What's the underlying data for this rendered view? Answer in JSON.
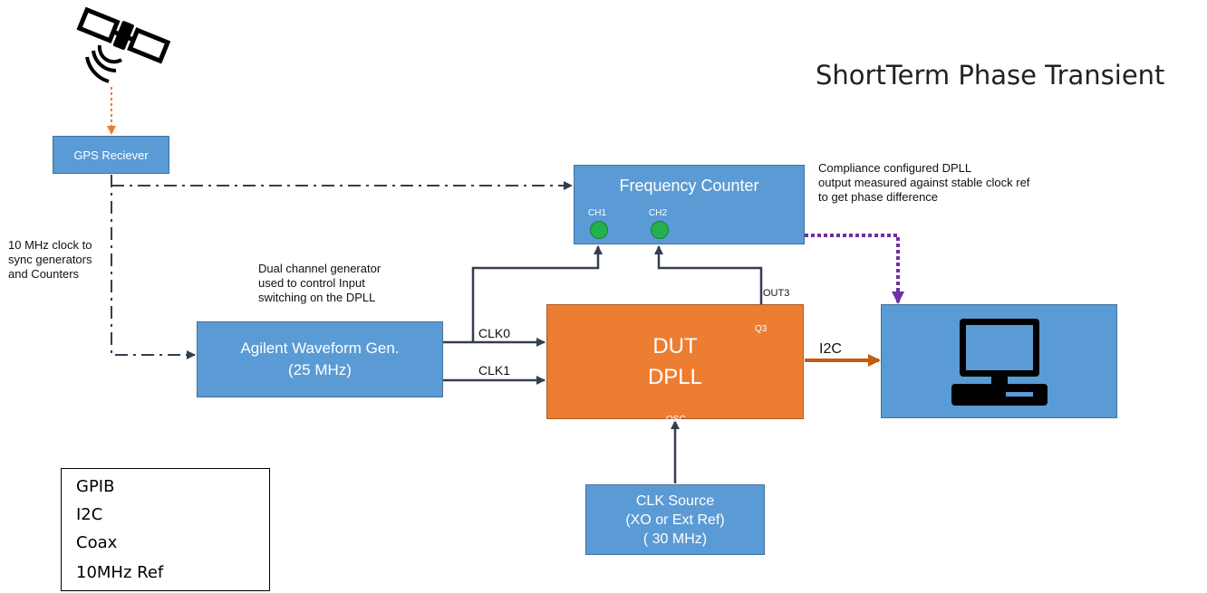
{
  "title": "ShortTerm Phase Transient",
  "colors": {
    "box_blue": "#5b9bd5",
    "dut_orange": "#ed7d31",
    "gpib_purple": "#7030a0",
    "i2c_orange": "#c55a11",
    "coax_line": "#333f50",
    "gps_link": "#ed7d31",
    "led_green": "#23b14d"
  },
  "icons": {
    "satellite": "satellite-icon",
    "computer": "computer-monitor-icon"
  },
  "blocks": {
    "gps": "GPS Reciever",
    "frequency_counter": {
      "label": "Frequency Counter",
      "ch1": "CH1",
      "ch2": "CH2"
    },
    "waveform_gen": {
      "line1": "Agilent Waveform Gen.",
      "line2": "(25 MHz)"
    },
    "dut": {
      "line1": "DUT",
      "line2": "DPLL",
      "q3": "Q3",
      "osc": "OSC"
    },
    "clk_source": {
      "line1": "CLK Source",
      "line2": "(XO or Ext Ref)",
      "line3": "( 30 MHz)"
    }
  },
  "signals": {
    "clk0": "CLK0",
    "clk1": "CLK1",
    "out3": "OUT3",
    "i2c": "I2C"
  },
  "notes": {
    "sync": [
      "10 MHz clock to",
      "sync generators",
      "and Counters"
    ],
    "generator": [
      "Dual channel generator",
      "used to control Input",
      "switching on the DPLL"
    ],
    "compliance": [
      "Compliance configured DPLL",
      "output measured against stable clock ref",
      "to get phase difference"
    ]
  },
  "legend": [
    {
      "label": "GPIB",
      "style": "dotted",
      "color": "#7030a0"
    },
    {
      "label": "I2C",
      "style": "solid-thick",
      "color": "#c55a11"
    },
    {
      "label": "Coax",
      "style": "solid",
      "color": "#000000"
    },
    {
      "label": "10MHz Ref",
      "style": "dash-dot",
      "color": "#000000"
    }
  ]
}
